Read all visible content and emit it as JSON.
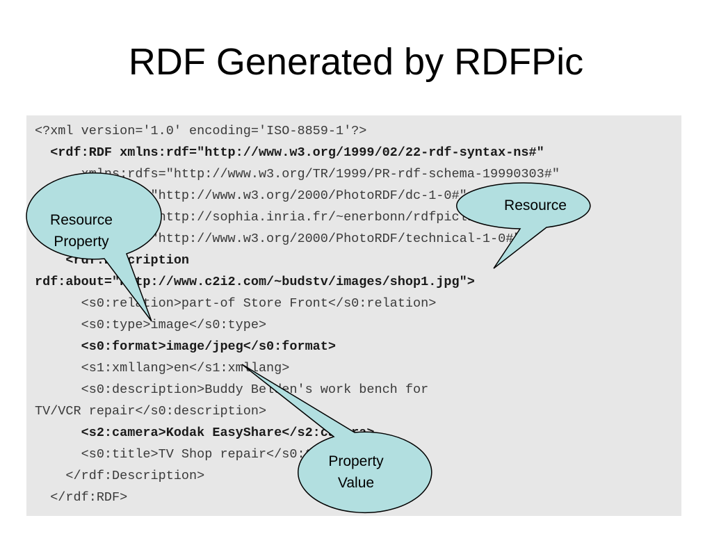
{
  "slide": {
    "title": "RDF Generated by RDFPic"
  },
  "code": {
    "lines": [
      {
        "text": "<?xml version='1.0' encoding='ISO-8859-1'?>",
        "bold": false
      },
      {
        "text": "  <rdf:RDF xmlns:rdf=\"http://www.w3.org/1999/02/22-rdf-syntax-ns#\"",
        "bold": true
      },
      {
        "text": "      xmlns:rdfs=\"http://www.w3.org/TR/1999/PR-rdf-schema-19990303#\"",
        "bold": false
      },
      {
        "text": "      xmlns:s0=\"http://www.w3.org/2000/PhotoRDF/dc-1-0#\"",
        "bold": false
      },
      {
        "text": "      xmlns:s1=\"http://sophia.inria.fr/~enerbonn/rdfpiclang#\"",
        "bold": false
      },
      {
        "text": "      xmlns:s2=\"http://www.w3.org/2000/PhotoRDF/technical-1-0#\">",
        "bold": false
      },
      {
        "text": "    <rdf:Description",
        "bold": true
      },
      {
        "text": "rdf:about=\"http://www.c2i2.com/~budstv/images/shop1.jpg\">",
        "bold": true
      },
      {
        "text": "      <s0:relation>part-of Store Front</s0:relation>",
        "bold": false
      },
      {
        "text": "      <s0:type>image</s0:type>",
        "bold": false
      },
      {
        "text": "      <s0:format>image/jpeg</s0:format>",
        "bold": true
      },
      {
        "text": "      <s1:xmllang>en</s1:xmllang>",
        "bold": false
      },
      {
        "text": "      <s0:description>Buddy Belden's work bench for",
        "bold": false
      },
      {
        "text": "TV/VCR repair</s0:description>",
        "bold": false
      },
      {
        "text": "      <s2:camera>Kodak EasyShare</s2:camera>",
        "bold": true
      },
      {
        "text": "      <s0:title>TV Shop repair</s0:title>",
        "bold": false
      },
      {
        "text": "    </rdf:Description>",
        "bold": false
      },
      {
        "text": "  </rdf:RDF>",
        "bold": false
      }
    ]
  },
  "callouts": {
    "resource_property": [
      "Resource",
      "Property"
    ],
    "resource": [
      "Resource"
    ],
    "property_value": [
      "Property",
      "Value"
    ]
  },
  "colors": {
    "callout_fill": "#b2dfe0",
    "callout_stroke": "#000000",
    "code_background": "#e7e7e7"
  }
}
